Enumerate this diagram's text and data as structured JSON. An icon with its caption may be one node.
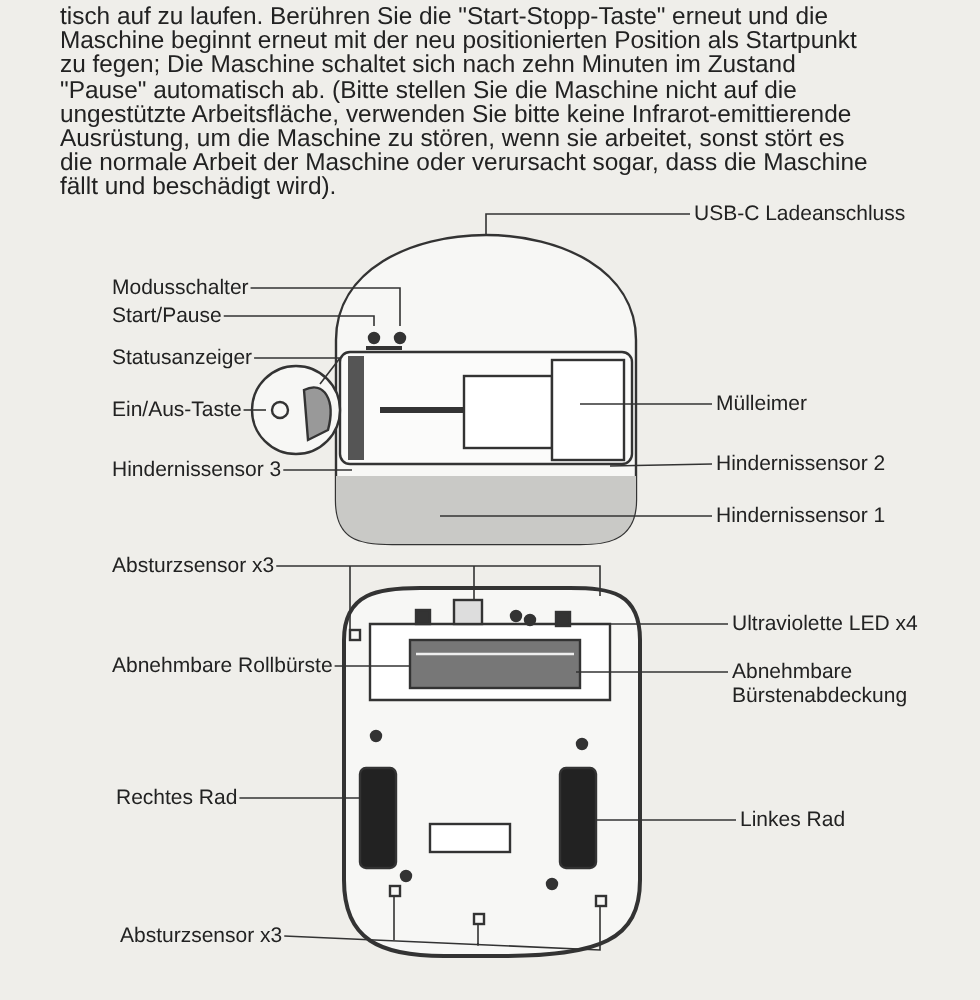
{
  "diagram": {
    "nodes": [
      {
        "text": [
          "USB-C Ladeanschluss"
        ]
      },
      {
        "text": [
          "Modusschalter"
        ]
      },
      {
        "text": [
          "Start/Pause"
        ]
      },
      {
        "text": [
          "Statusanzeiger"
        ]
      },
      {
        "text": [
          "Ein/Aus-Taste"
        ]
      },
      {
        "text": [
          "Hindernissensor 3"
        ]
      },
      {
        "text": [
          "Mülleimer"
        ]
      },
      {
        "text": [
          "Hindernissensor 2"
        ]
      },
      {
        "text": [
          "Hindernissensor 1"
        ]
      },
      {
        "text": [
          "Absturzsensor x3"
        ]
      },
      {
        "text": [
          "Ultraviolette LED x4"
        ]
      },
      {
        "text": [
          "Abnehmbare Bürstenabdeckung"
        ]
      },
      {
        "text": [
          "Abnehmbare Rollbürste"
        ]
      },
      {
        "text": [
          "Rechtes Rad"
        ]
      },
      {
        "text": [
          "Linkes Rad"
        ]
      },
      {
        "text": [
          "Absturzsensor x3"
        ]
      },
      {
        "text": [],
        "shape": "picture"
      },
      {
        "text": [],
        "shape": "picture"
      }
    ],
    "edges": [
      {
        "from": 0,
        "to": 16,
        "arrow": "none"
      },
      {
        "from": 1,
        "to": 16,
        "arrow": "none"
      },
      {
        "from": 2,
        "to": 16,
        "arrow": "none"
      },
      {
        "from": 3,
        "to": 16,
        "arrow": "none"
      },
      {
        "from": 4,
        "to": 16,
        "arrow": "none"
      },
      {
        "from": 5,
        "to": 16,
        "arrow": "none"
      },
      {
        "from": 6,
        "to": 16,
        "arrow": "none"
      },
      {
        "from": 7,
        "to": 16,
        "arrow": "none"
      },
      {
        "from": 8,
        "to": 16,
        "arrow": "none"
      },
      {
        "from": 9,
        "to": 17,
        "arrow": "none"
      },
      {
        "from": 10,
        "to": 17,
        "arrow": "none"
      },
      {
        "from": 11,
        "to": 17,
        "arrow": "none"
      },
      {
        "from": 12,
        "to": 17,
        "arrow": "none"
      },
      {
        "from": 13,
        "to": 17,
        "arrow": "none"
      },
      {
        "from": 14,
        "to": 17,
        "arrow": "none"
      },
      {
        "from": 15,
        "to": 17,
        "arrow": "none"
      }
    ],
    "labels": [
      "tisch auf zu laufen. Berühren Sie die \"Start-Stopp-Taste\" erneut und die Maschine beginnt erneut mit der neu positionierten Position als Startpunkt zu fegen; Die Maschine schaltet sich nach zehn Minuten im Zustand \"Pause\" automatisch ab. (Bitte stellen Sie die Maschine nicht auf die ungestützte Arbeitsfläche, verwenden Sie bitte keine Infrarot-emittierende Ausrüstung, um die Maschine zu stören, wenn sie arbeitet, sonst stört es die normale Arbeit der Maschine oder verursacht sogar, dass die Maschine fällt und beschädigt wird)."
    ]
  }
}
